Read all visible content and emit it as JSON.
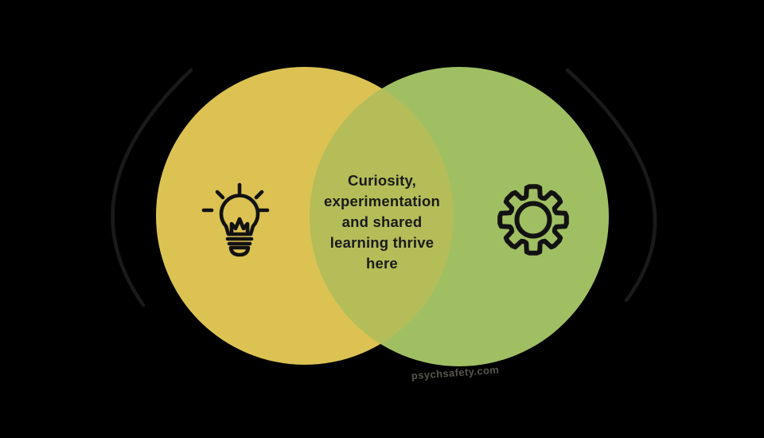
{
  "page": {
    "background_color": "#000000",
    "kind": "venn-diagram-infographic"
  },
  "venn": {
    "left_circle": {
      "color": "#dcc253",
      "icon": "lightbulb-icon"
    },
    "right_circle": {
      "color": "#a0bf63",
      "icon": "gear-icon"
    },
    "overlap": {
      "color": "#b5bd58",
      "text": "Curiosity, experimentation and shared learning thrive here",
      "lines": [
        "Curiosity,",
        "experimentation",
        "and shared",
        "learning thrive",
        "here"
      ],
      "text_color": "#1a1a1a"
    }
  },
  "decor": {
    "arc_color": "#1a1a1a",
    "icon_color": "#121212"
  },
  "watermark": {
    "text": "psychsafety.com",
    "color": "#56554d"
  }
}
